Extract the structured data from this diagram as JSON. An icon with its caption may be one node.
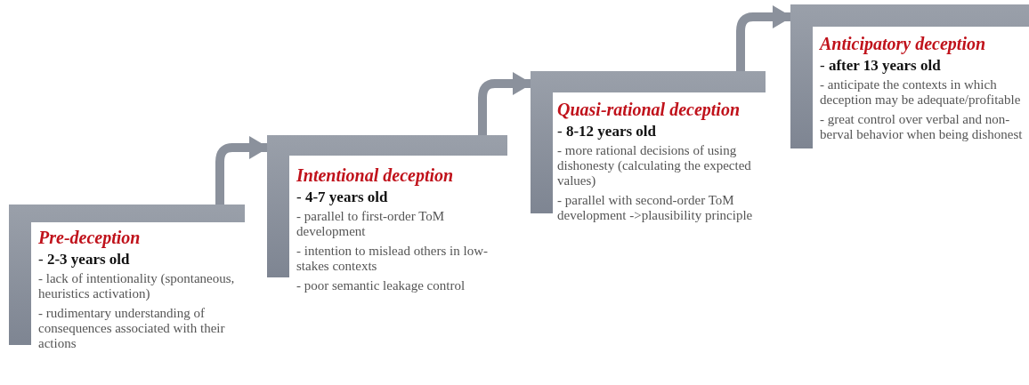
{
  "diagram": {
    "nodes": [
      {
        "text": [
          "Pre-deception",
          "- **2-3 years old**",
          "- lack of intentionality (spontaneous, heuristics activation)",
          "- rudimentary understanding of consequences associated with their actions"
        ]
      },
      {
        "text": [
          "Intentional deception",
          "- **4-7 years old**",
          "- parallel to first-order ToM development",
          "- intention to mislead others in low-stakes contexts",
          "- poor semantic leakage control"
        ]
      },
      {
        "text": [
          "Quasi-rational deception",
          "- **8-12 years old**",
          "- more rational decisions of using dishonesty (calculating the expected values)",
          "- parallel with second-order ToM development ->plausibility principle"
        ]
      },
      {
        "text": [
          "Anticipatory deception",
          "- **after 13 years old**",
          "- anticipate the contexts in which deception may be adequate/profitable",
          "- great control over verbal and non-berval behavior when being dishonest"
        ]
      }
    ],
    "edges": [
      {
        "from": 0,
        "to": 1,
        "arrow": "to"
      },
      {
        "from": 1,
        "to": 2,
        "arrow": "to"
      },
      {
        "from": 2,
        "to": 3,
        "arrow": "to"
      }
    ]
  }
}
